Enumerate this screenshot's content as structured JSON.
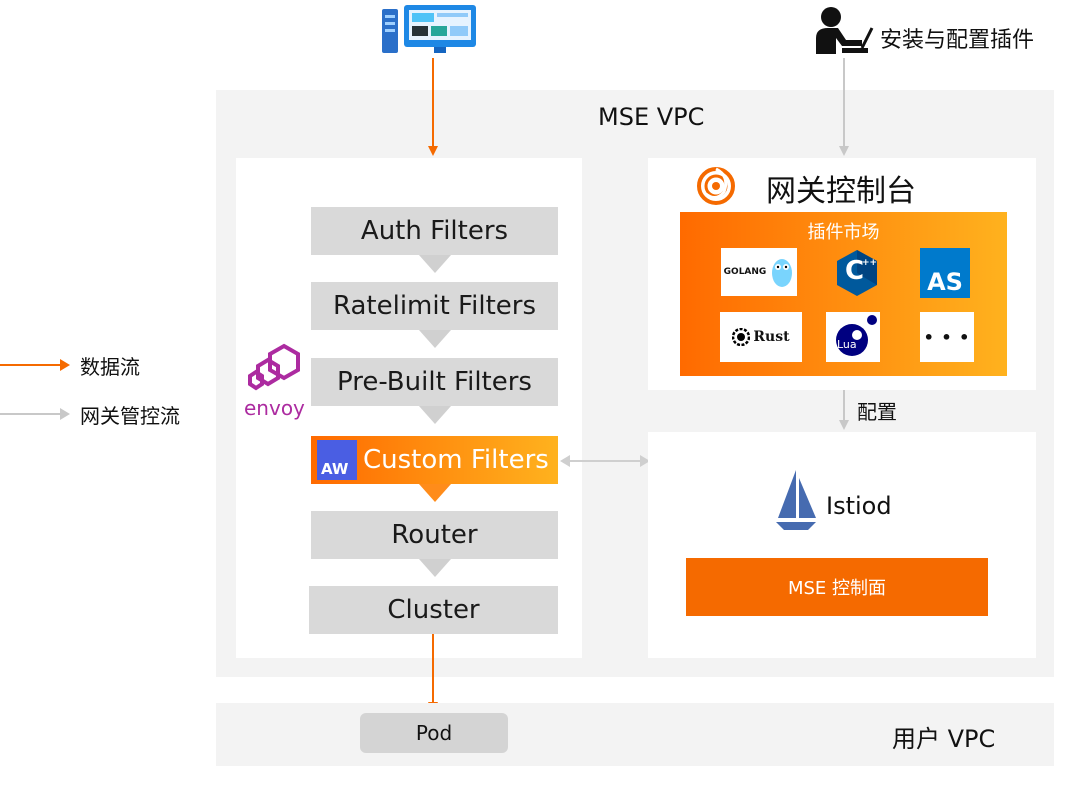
{
  "legend": {
    "data_flow": "数据流",
    "control_flow": "网关管控流"
  },
  "top": {
    "install_label": "安装与配置插件"
  },
  "mse_vpc": {
    "title": "MSE VPC"
  },
  "envoy": {
    "logo_text": "envoy",
    "filters": [
      "Auth Filters",
      "Ratelimit Filters",
      "Pre-Built Filters"
    ],
    "custom_filter": "Custom Filters",
    "custom_badge": "AW",
    "router": "Router",
    "cluster": "Cluster"
  },
  "console": {
    "title": "网关控制台",
    "market_title": "插件市场",
    "plugins": {
      "golang": "GOLANG",
      "cpp": "C",
      "cpp_plus": "++",
      "as": "AS",
      "rust": "Rust",
      "lua": "Lua",
      "more": "• • •"
    }
  },
  "config_label": "配置",
  "istiod": {
    "label": "Istiod",
    "control_plane": "MSE 控制面"
  },
  "user_vpc": {
    "title": "用户 VPC",
    "pod": "Pod"
  },
  "colors": {
    "orange": "#f56a00",
    "orange_gradient_start": "#ff6a00",
    "orange_gradient_end": "#ffb21e",
    "gray_arrow": "#c8c8c8",
    "envoy_purple": "#ac2ba0"
  }
}
